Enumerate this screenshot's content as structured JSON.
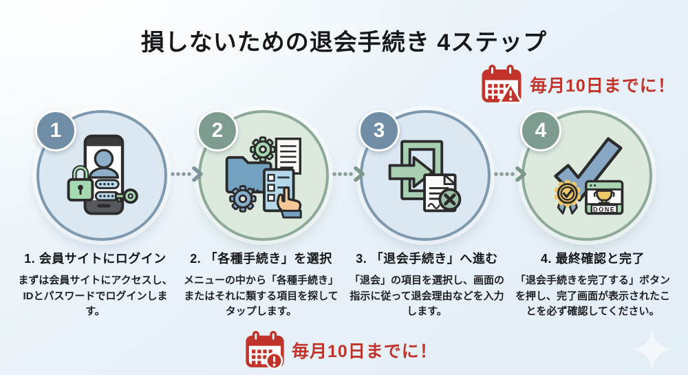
{
  "title": "損しないための退会手続き 4ステップ",
  "deadline_top": {
    "label": "毎月10日までに！"
  },
  "deadline_bottom": {
    "label": "毎月10日までに！"
  },
  "steps": [
    {
      "number": "1",
      "heading": "1. 会員サイトにログイン",
      "description": "まずは会員サイトにアクセスし、IDとパスワードでログインします。",
      "icon": "smartphone-login-icon",
      "theme": "blue"
    },
    {
      "number": "2",
      "heading": "2. 「各種手続き」を選択",
      "description": "メニューの中から「各種手続き」またはそれに類する項目を探してタップします。",
      "icon": "menu-procedures-icon",
      "theme": "green"
    },
    {
      "number": "3",
      "heading": "3. 「退会手続き」へ進む",
      "description": "「退会」の項目を選択し、画面の指示に従って退会理由などを入力します。",
      "icon": "exit-cancel-document-icon",
      "theme": "blue"
    },
    {
      "number": "4",
      "heading": "4. 最終確認と完了",
      "description": "「退会手続きを完了する」ボタンを押し、完了画面が表示されたことを必ず確認してください。",
      "icon": "final-check-done-icon",
      "theme": "green"
    }
  ],
  "step4_icon": {
    "done_label": "DONE"
  },
  "colors": {
    "accent_red": "#c0342b",
    "circle_blue_fill": "#dbe7f1",
    "circle_blue_border": "#7e99ae",
    "circle_green_fill": "#dceade",
    "circle_green_border": "#8fa998",
    "badge_blue": "#6f8da4",
    "badge_green": "#7e9b8f",
    "outline_dark": "#2b2b2b"
  }
}
